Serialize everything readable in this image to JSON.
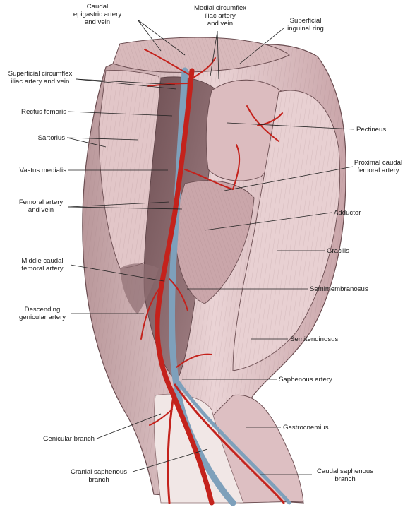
{
  "figure": {
    "labels": {
      "caudal_epigastric": [
        "Caudal",
        "epigastric artery",
        "and vein"
      ],
      "medial_circumflex": [
        "Medial circumflex",
        "iliac artery",
        "and vein"
      ],
      "superficial_inguinal": [
        "Superficial",
        "inguinal ring"
      ],
      "superficial_circumflex": [
        "Superficial circumflex",
        "iliac artery and vein"
      ],
      "rectus_femoris": [
        "Rectus femoris"
      ],
      "sartorius": [
        "Sartorius"
      ],
      "vastus_medialis": [
        "Vastus medialis"
      ],
      "femoral_artery_vein": [
        "Femoral artery",
        "and vein"
      ],
      "middle_caudal_femoral": [
        "Middle caudal",
        "femoral artery"
      ],
      "descending_genicular": [
        "Descending",
        "genicular artery"
      ],
      "genicular_branch": [
        "Genicular branch"
      ],
      "cranial_saphenous": [
        "Cranial saphenous",
        "branch"
      ],
      "pectineus": [
        "Pectineus"
      ],
      "proximal_caudal_femoral": [
        "Proximal caudal",
        "femoral artery"
      ],
      "adductor": [
        "Adductor"
      ],
      "gracilis": [
        "Gracilis"
      ],
      "semimembranosus": [
        "Semimembranosus"
      ],
      "semitendinosus": [
        "Semitendinosus"
      ],
      "saphenous_artery": [
        "Saphenous artery"
      ],
      "gastrocnemius": [
        "Gastrocnemius"
      ],
      "caudal_saphenous": [
        "Caudal saphenous",
        "branch"
      ]
    },
    "colors": {
      "muscle_light": "#ecd5d6",
      "muscle_mid": "#d9b3b6",
      "muscle_dark": "#a98589",
      "muscle_deep": "#7a5a5e",
      "artery": "#c4221c",
      "vein": "#7ea0bb",
      "fascia": "#f3ebe8",
      "leader": "#222222"
    }
  }
}
